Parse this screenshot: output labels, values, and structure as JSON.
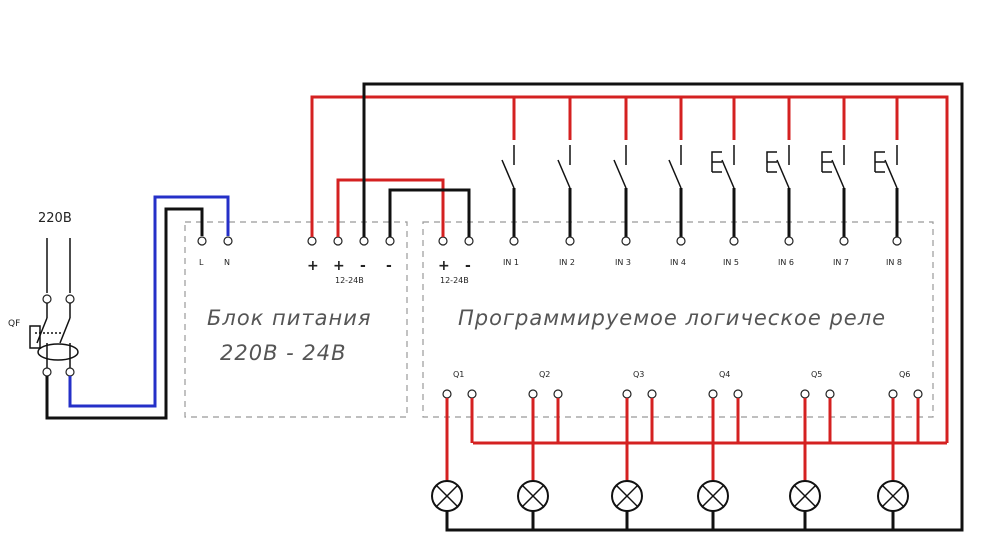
{
  "breaker": {
    "voltage_label": "220B",
    "id_label": "QF"
  },
  "psu": {
    "title_line1": "Блок питания",
    "title_line2": "220B - 24B",
    "input_labels": [
      "L",
      "N"
    ],
    "output_signs": [
      "+",
      "+",
      "-",
      "-"
    ],
    "output_voltage": "12-24B"
  },
  "plc": {
    "title": "Программируемое логическое реле",
    "power_signs": [
      "+",
      "-"
    ],
    "power_voltage": "12-24B",
    "inputs": [
      "IN 1",
      "IN 2",
      "IN 3",
      "IN 4",
      "IN 5",
      "IN 6",
      "IN 7",
      "IN 8"
    ],
    "outputs": [
      "Q1",
      "Q2",
      "Q3",
      "Q4",
      "Q5",
      "Q6"
    ]
  },
  "colors": {
    "phase": "#d42121",
    "neutral": "#2530c8",
    "common": "#111111",
    "box_outline": "#999999"
  }
}
